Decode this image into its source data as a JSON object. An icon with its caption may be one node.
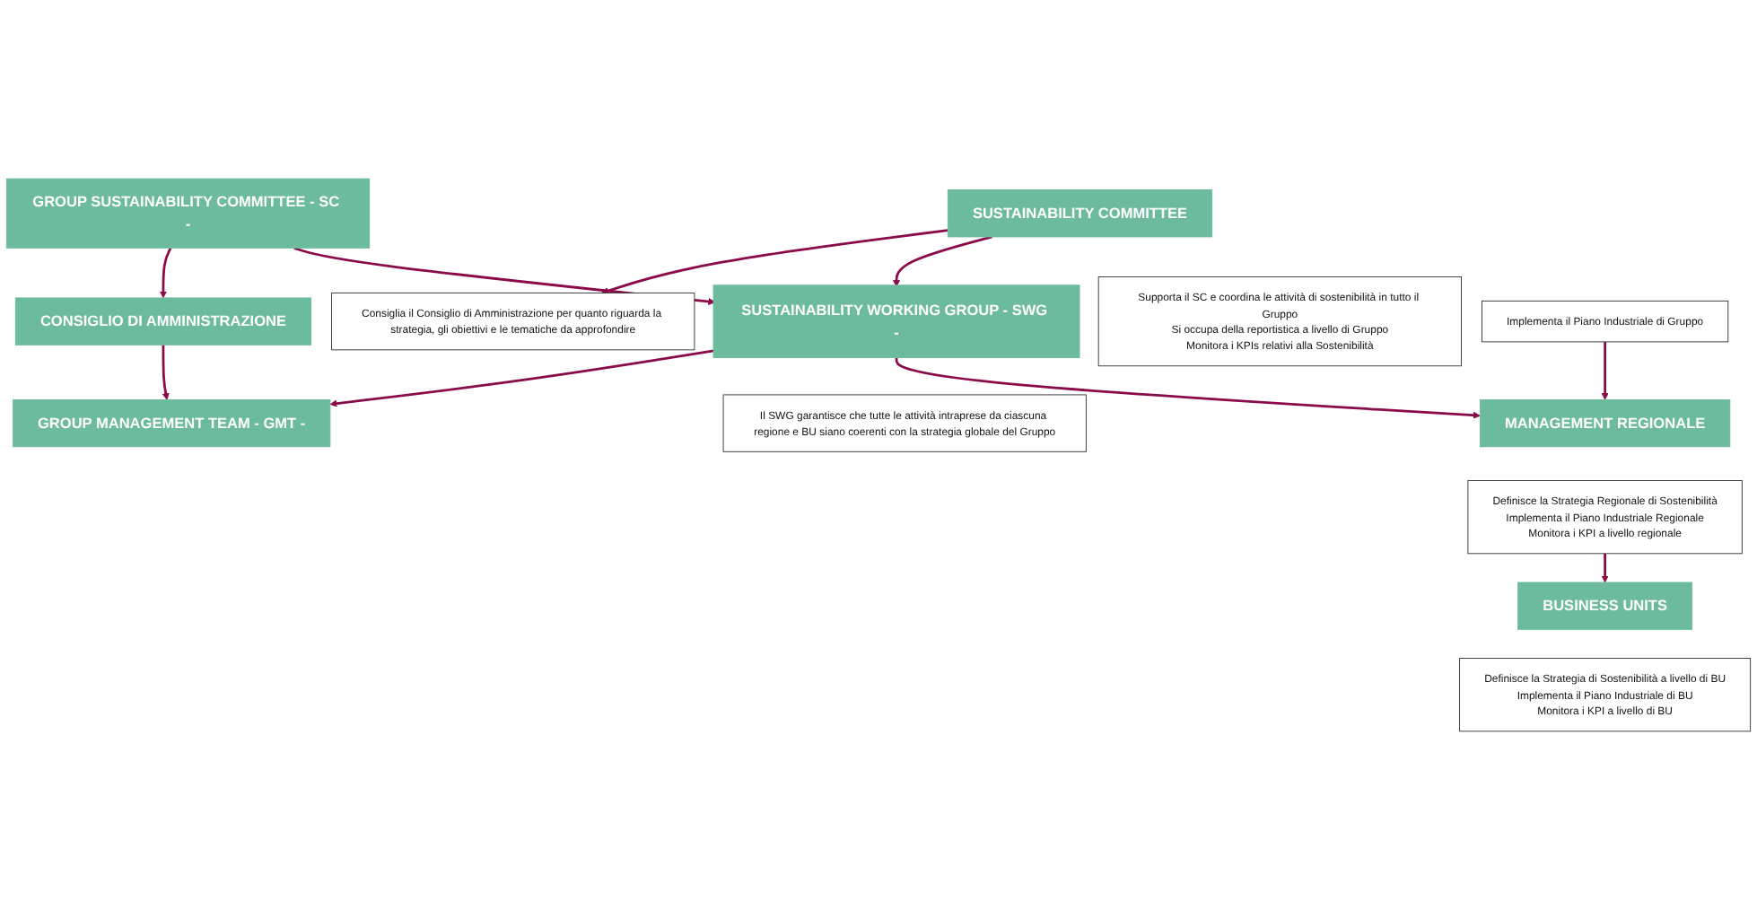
{
  "diagram": {
    "nodes": [
      {
        "text": [
          "CONSIGLIO DI AMMINISTRAZIONE"
        ]
      },
      {
        "text": [
          "GROUP SUSTAINABILITY COMMITTEE - SC -"
        ]
      },
      {
        "text": [
          "Consiglia il Consiglio di Amministrazione per quanto riguarda la strategia, gli obiettivi e le tematiche da approfondire"
        ]
      },
      {
        "text": [
          "SUSTAINABILITY COMMITTEE"
        ]
      },
      {
        "text": [
          "Supporta il SC e coordina le attività di sostenibilità in tutto il Gruppo",
          "Si occupa della reportistica a livello di Gruppo",
          "Monitora i KPIs relativi alla Sostenibilità"
        ]
      },
      {
        "text": [
          "SUSTAINABILITY WORKING GROUP - SWG -"
        ]
      },
      {
        "text": [
          "Il SWG garantisce che tutte le attività intraprese da ciascuna regione e BU siano coerenti con la strategia globale del Gruppo"
        ]
      },
      {
        "text": [
          "GROUP MANAGEMENT TEAM - GMT -"
        ]
      },
      {
        "text": [
          "Implementa il Piano Industriale di Gruppo"
        ]
      },
      {
        "text": [
          "MANAGEMENT REGIONALE"
        ]
      },
      {
        "text": [
          "Definisce la Strategia Regionale di Sostenibilità",
          "Implementa il Piano Industriale Regionale",
          "Monitora i KPI a livello regionale"
        ]
      },
      {
        "text": [
          "BUSINESS UNITS"
        ]
      },
      {
        "text": [
          "Definisce la Strategia di Sostenibilità a livello di BU",
          "Implementa il Piano Industriale di BU",
          "Monitora i KPI a livello di BU"
        ]
      }
    ],
    "edges": [
      {
        "from": 1,
        "to": 0,
        "arrow": "to"
      },
      {
        "from": 3,
        "to": 2,
        "arrow": "to"
      },
      {
        "from": 1,
        "to": 5,
        "arrow": "to"
      },
      {
        "from": 3,
        "to": 5,
        "arrow": "to"
      },
      {
        "from": 0,
        "to": 7,
        "arrow": "to"
      },
      {
        "from": 5,
        "to": 7,
        "arrow": "to"
      },
      {
        "from": 5,
        "to": 9,
        "arrow": "to"
      },
      {
        "from": 8,
        "to": 9,
        "arrow": "to"
      },
      {
        "from": 10,
        "to": 11,
        "arrow": "to"
      }
    ]
  }
}
